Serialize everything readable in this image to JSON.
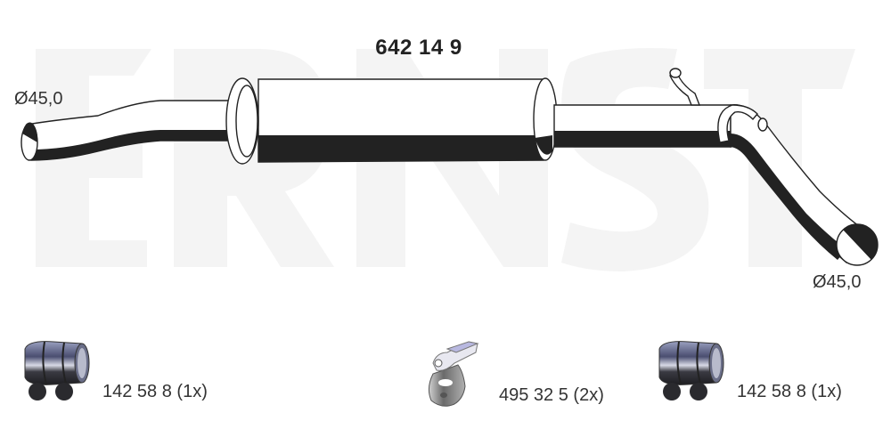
{
  "diagram": {
    "part_number": "642 14 9",
    "watermark": "ERNST",
    "type": "exhaust-middle-silencer",
    "dimensions": {
      "inlet_diameter": "Ø45,0",
      "outlet_diameter": "Ø45,0"
    },
    "colors": {
      "outline": "#222222",
      "shadow": "#222222",
      "watermark": "#f3f3f3",
      "text": "#333333"
    }
  },
  "accessories": [
    {
      "icon": "pipe-clamp-icon",
      "label": "142 58 8 (1x)"
    },
    {
      "icon": "rubber-mount-icon",
      "label": "495 32 5 (2x)"
    },
    {
      "icon": "pipe-clamp-icon",
      "label": "142 58 8 (1x)"
    }
  ]
}
